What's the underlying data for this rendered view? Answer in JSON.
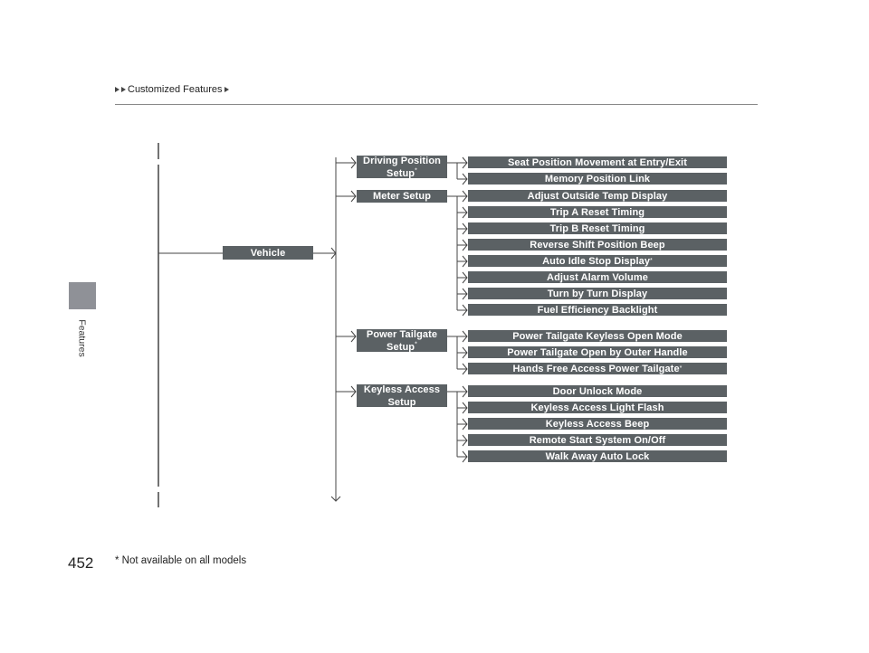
{
  "header": {
    "breadcrumb": "Customized Features"
  },
  "sidebar": {
    "section_label": "Features"
  },
  "page_number": "452",
  "footnote": "* Not available on all models",
  "diagram": {
    "root": "Vehicle",
    "groups": [
      {
        "label_line1": "Driving Position",
        "label_line2": "Setup",
        "starred": true,
        "items": [
          {
            "label": "Seat Position Movement at Entry/Exit",
            "starred": false
          },
          {
            "label": "Memory Position Link",
            "starred": false
          }
        ]
      },
      {
        "label_line1": "Meter Setup",
        "label_line2": "",
        "starred": false,
        "items": [
          {
            "label": "Adjust Outside Temp Display",
            "starred": false
          },
          {
            "label": "Trip A Reset Timing",
            "starred": false
          },
          {
            "label": "Trip B Reset Timing",
            "starred": false
          },
          {
            "label": "Reverse Shift Position Beep",
            "starred": false
          },
          {
            "label": "Auto Idle Stop Display",
            "starred": true
          },
          {
            "label": "Adjust Alarm Volume",
            "starred": false
          },
          {
            "label": "Turn by Turn Display",
            "starred": false
          },
          {
            "label": "Fuel Efficiency Backlight",
            "starred": false
          }
        ]
      },
      {
        "label_line1": "Power Tailgate",
        "label_line2": "Setup",
        "starred": true,
        "items": [
          {
            "label": "Power Tailgate Keyless Open Mode",
            "starred": false
          },
          {
            "label": "Power Tailgate Open by Outer Handle",
            "starred": false
          },
          {
            "label": "Hands Free Access Power Tailgate",
            "starred": true
          }
        ]
      },
      {
        "label_line1": "Keyless Access",
        "label_line2": "Setup",
        "starred": false,
        "items": [
          {
            "label": "Door Unlock Mode",
            "starred": false
          },
          {
            "label": "Keyless Access Light Flash",
            "starred": false
          },
          {
            "label": "Keyless Access Beep",
            "starred": false
          },
          {
            "label": "Remote Start System On/Off",
            "starred": false
          },
          {
            "label": "Walk Away Auto Lock",
            "starred": false
          }
        ]
      }
    ]
  }
}
